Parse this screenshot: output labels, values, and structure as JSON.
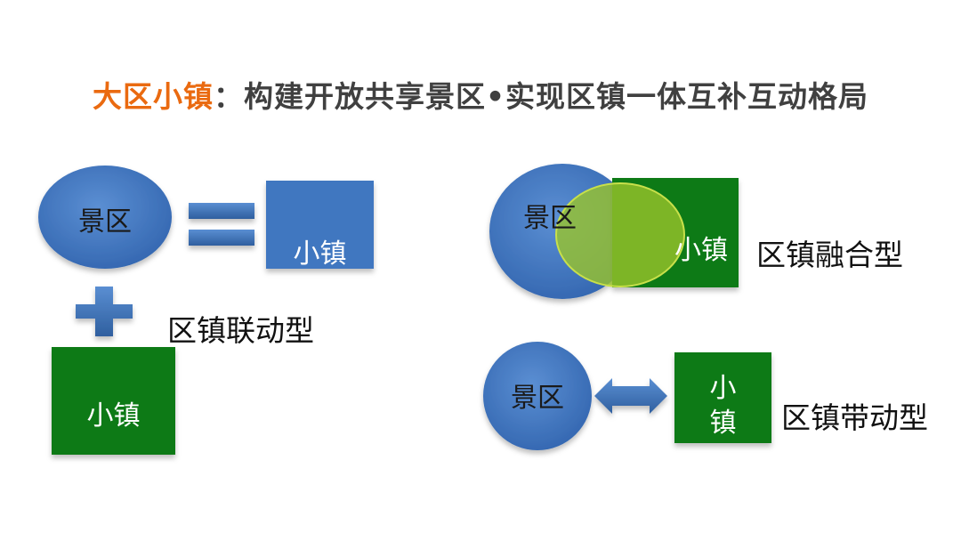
{
  "title": {
    "highlight": "大区小镇",
    "rest": "：构建开放共享景区•实现区镇一体互补互动格局"
  },
  "shapes": {
    "scenic": "景区",
    "town": "小镇",
    "town_vertical_1": "小",
    "town_vertical_2": "镇"
  },
  "models": {
    "linkage": "区镇联动型",
    "fusion": "区镇融合型",
    "driving": "区镇带动型"
  },
  "colors": {
    "blue": "#3f77c0",
    "green": "#0a7a18",
    "overlap": "#9ac42a",
    "title_accent": "#ea6a10"
  }
}
